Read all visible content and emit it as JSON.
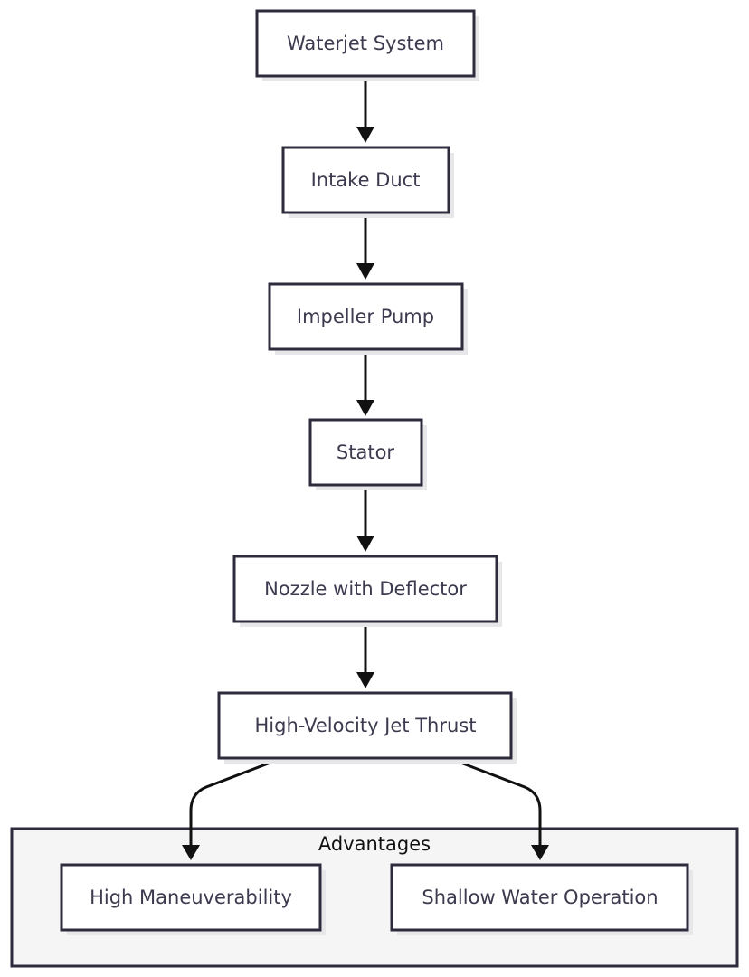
{
  "group": {
    "label": "Advantages"
  },
  "nodes": {
    "waterjet_system": "Waterjet System",
    "intake_duct": "Intake Duct",
    "impeller_pump": "Impeller Pump",
    "stator": "Stator",
    "nozzle_with_deflector": "Nozzle with Deflector",
    "high_velocity_jet_thrust": "High-Velocity Jet Thrust",
    "high_maneuverability": "High Maneuverability",
    "shallow_water_operation": "Shallow Water Operation"
  },
  "edges": [
    {
      "from": "waterjet_system",
      "to": "intake_duct"
    },
    {
      "from": "intake_duct",
      "to": "impeller_pump"
    },
    {
      "from": "impeller_pump",
      "to": "stator"
    },
    {
      "from": "stator",
      "to": "nozzle_with_deflector"
    },
    {
      "from": "nozzle_with_deflector",
      "to": "high_velocity_jet_thrust"
    },
    {
      "from": "high_velocity_jet_thrust",
      "to": "high_maneuverability"
    },
    {
      "from": "high_velocity_jet_thrust",
      "to": "shallow_water_operation"
    }
  ]
}
